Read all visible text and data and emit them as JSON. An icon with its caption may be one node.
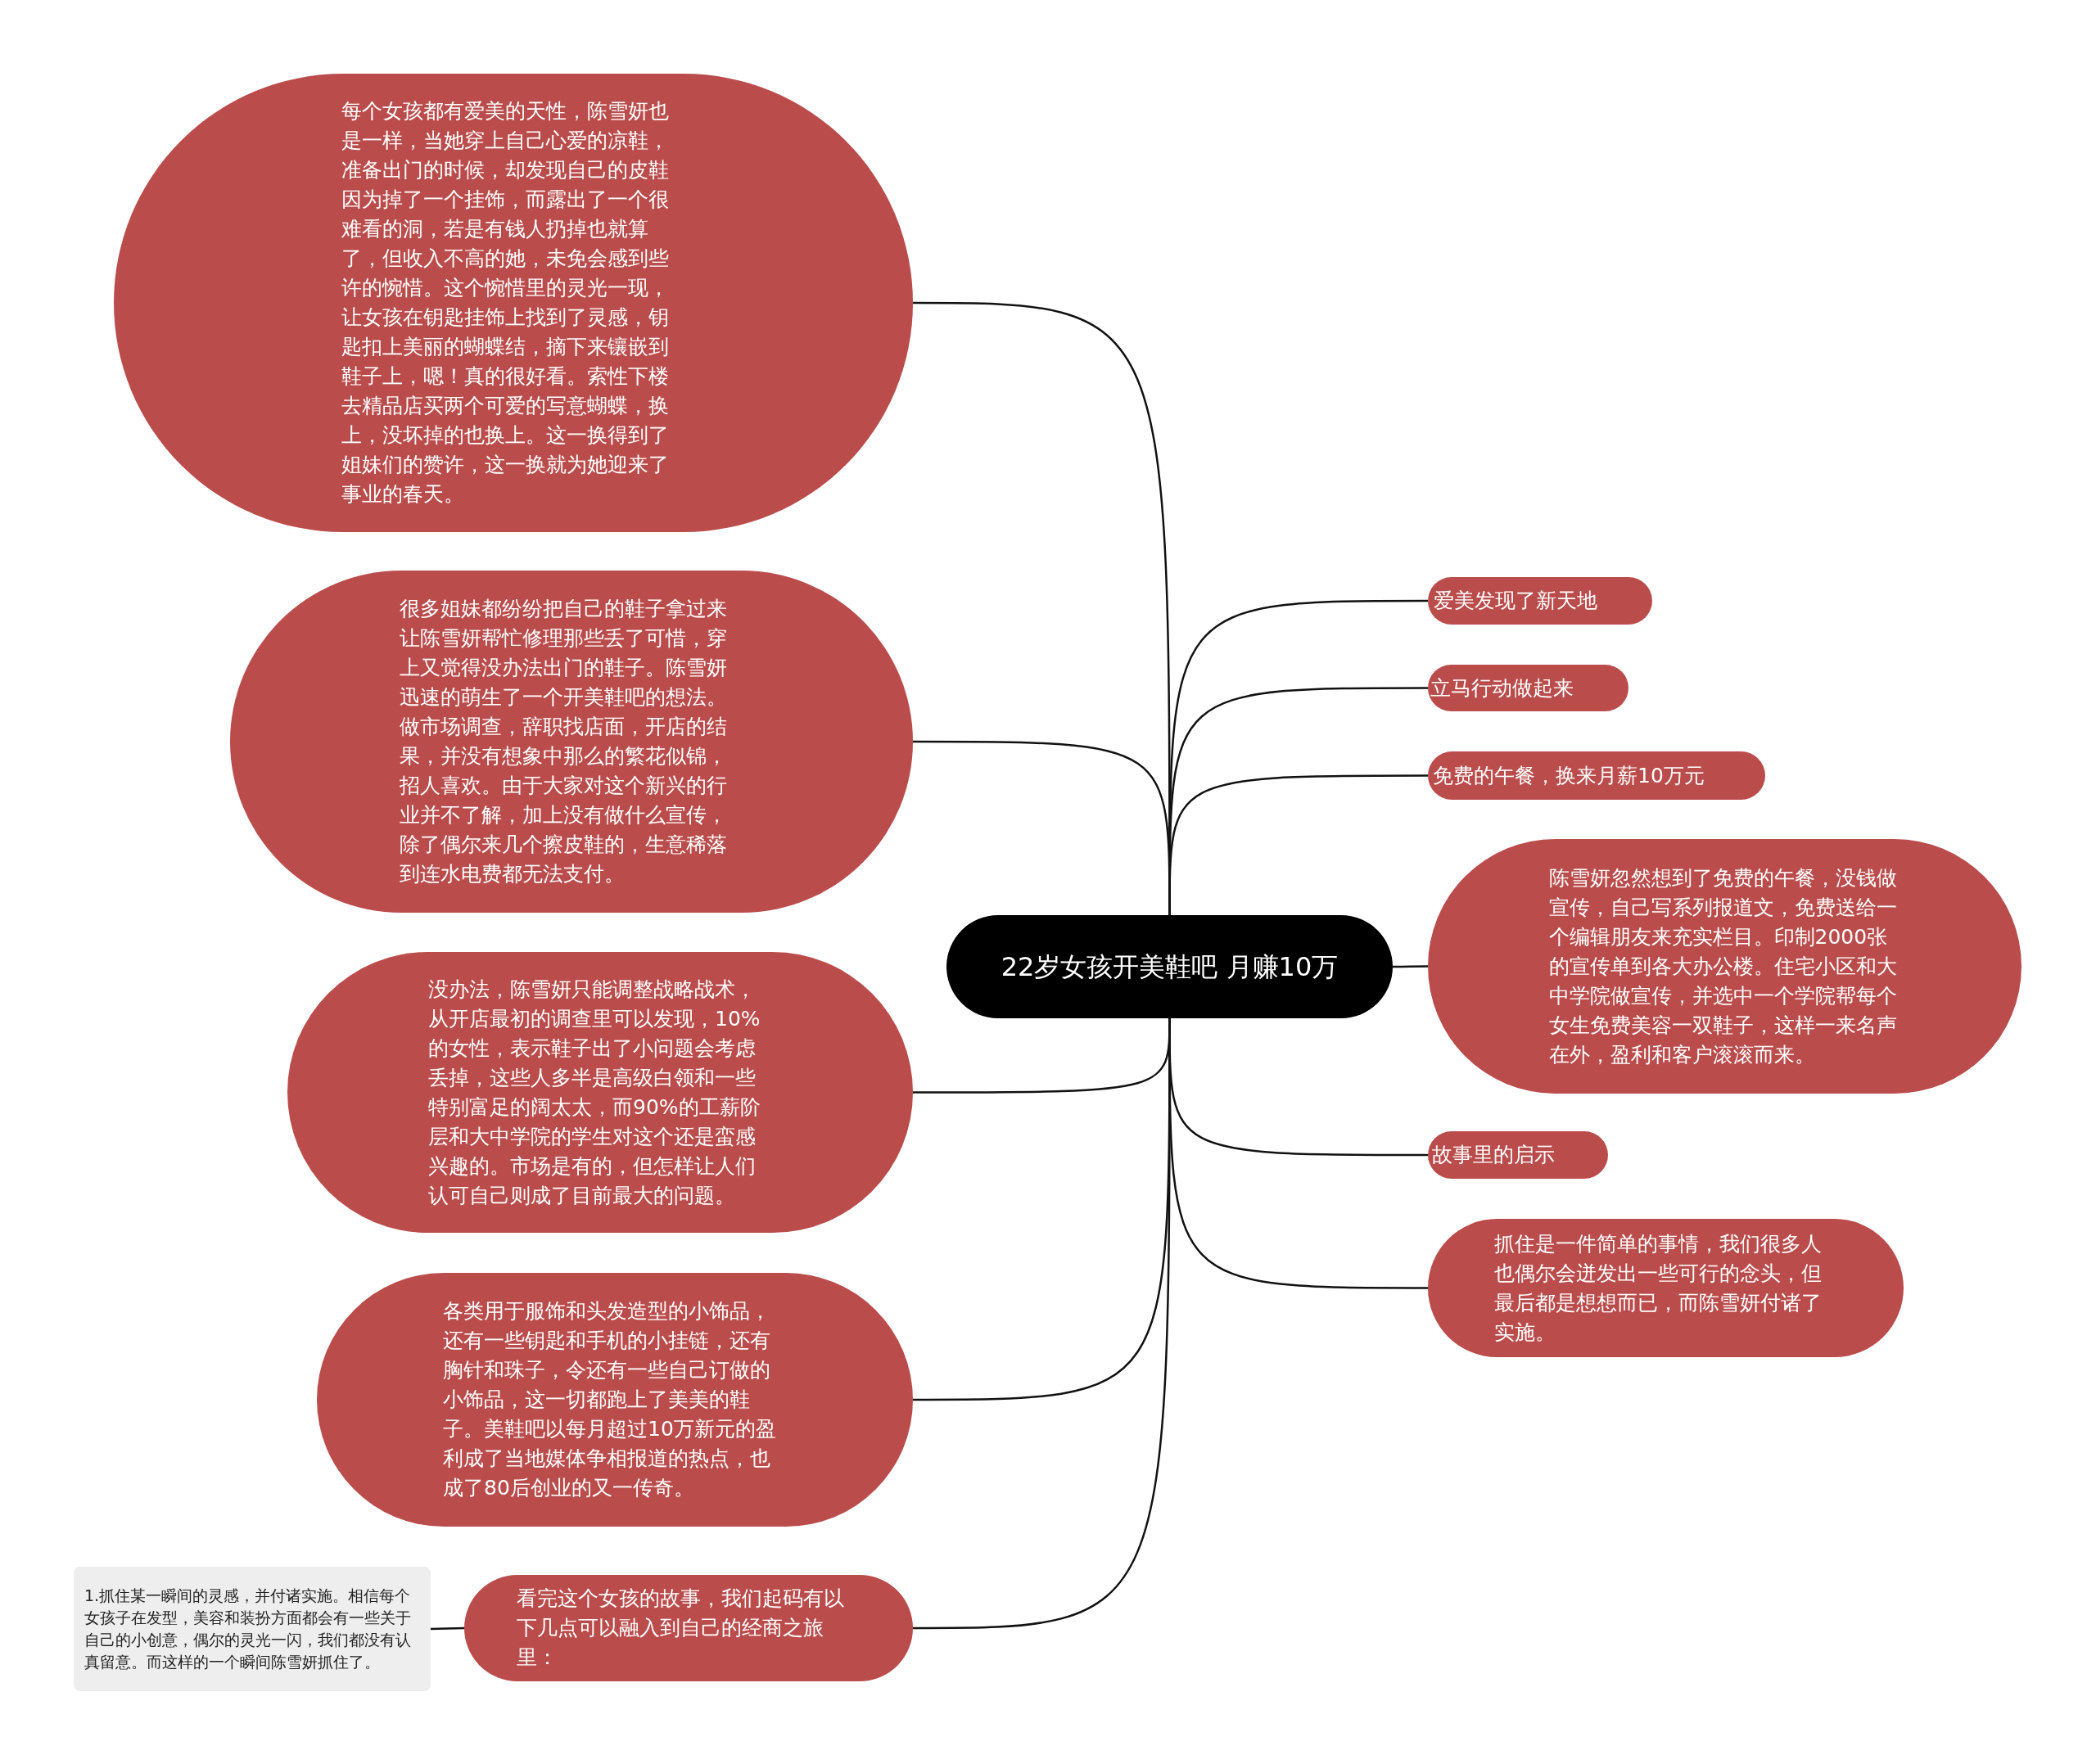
{
  "diagram": {
    "nodes": [
      {
        "text": [
          "22岁女孩开美鞋吧 月赚10万"
        ]
      },
      {
        "text": [
          "每个女孩都有爱美的天性，陈雪妍也是一样，当她穿上自己心爱的凉鞋，准备出门的时候，却发现自己的皮鞋因为掉了一个挂饰，而露出了一个很难看的洞，若是有钱人扔掉也就算了，但收入不高的她，未免会感到些许的惋惜。这个惋惜里的灵光一现，让女孩在钥匙挂饰上找到了灵感，钥匙扣上美丽的蝴蝶结，摘下来镶嵌到鞋子上，嗯！真的很好看。索性下楼去精品店买两个可爱的写意蝴蝶，换上，没坏掉的也换上。这一换得到了姐妹们的赞许，这一换就为她迎来了事业的春天。"
        ]
      },
      {
        "text": [
          "很多姐妹都纷纷把自己的鞋子拿过来让陈雪妍帮忙修理那些丢了可惜，穿上又觉得没办法出门的鞋子。陈雪妍迅速的萌生了一个开美鞋吧的想法。做市场调查，辞职找店面，开店的结果，并没有想象中那么的繁花似锦，招人喜欢。由于大家对这个新兴的行业并不了解，加上没有做什么宣传，除了偶尔来几个擦皮鞋的，生意稀落到连水电费都无法支付。"
        ]
      },
      {
        "text": [
          "没办法，陈雪妍只能调整战略战术，从开店最初的调查里可以发现，10%的女性，表示鞋子出了小问题会考虑丢掉，这些人多半是高级白领和一些特别富足的阔太太，而90%的工薪阶层和大中学院的学生对这个还是蛮感兴趣的。市场是有的，但怎样让人们认可自己则成了目前最大的问题。"
        ]
      },
      {
        "text": [
          "各类用于服饰和头发造型的小饰品，还有一些钥匙和手机的小挂链，还有胸针和珠子，令还有一些自己订做的小饰品，这一切都跑上了美美的鞋子。美鞋吧以每月超过10万新元的盈利成了当地媒体争相报道的热点，也成了80后创业的又一传奇。"
        ]
      },
      {
        "text": [
          "看完这个女孩的故事，我们起码有以下几点可以融入到自己的经商之旅里："
        ]
      },
      {
        "text": [
          "1.抓住某一瞬间的灵感，并付诸实施。相信每个女孩子在发型，美容和装扮方面都会有一些关于自己的小创意，偶尔的灵光一闪，我们都没有认真留意。而这样的一个瞬间陈雪妍抓住了。"
        ]
      },
      {
        "text": [
          "爱美发现了新天地"
        ]
      },
      {
        "text": [
          "立马行动做起来"
        ]
      },
      {
        "text": [
          "免费的午餐，换来月薪10万元"
        ]
      },
      {
        "text": [
          "陈雪妍忽然想到了免费的午餐，没钱做宣传，自己写系列报道文，免费送给一个编辑朋友来充实栏目。印制2000张的宣传单到各大办公楼。住宅小区和大中学院做宣传，并选中一个学院帮每个女生免费美容一双鞋子，这样一来名声在外，盈利和客户滚滚而来。"
        ]
      },
      {
        "text": [
          "故事里的启示"
        ]
      },
      {
        "text": [
          "抓住是一件简单的事情，我们很多人也偶尔会迸发出一些可行的念头，但最后都是想想而已，而陈雪妍付诸了实施。"
        ]
      }
    ],
    "edges": [
      {
        "from": 0,
        "to": 1,
        "arrow": "none"
      },
      {
        "from": 0,
        "to": 2,
        "arrow": "none"
      },
      {
        "from": 0,
        "to": 3,
        "arrow": "none"
      },
      {
        "from": 0,
        "to": 4,
        "arrow": "none"
      },
      {
        "from": 0,
        "to": 5,
        "arrow": "none"
      },
      {
        "from": 5,
        "to": 6,
        "arrow": "none"
      },
      {
        "from": 0,
        "to": 7,
        "arrow": "none"
      },
      {
        "from": 0,
        "to": 8,
        "arrow": "none"
      },
      {
        "from": 0,
        "to": 9,
        "arrow": "none"
      },
      {
        "from": 0,
        "to": 10,
        "arrow": "none"
      },
      {
        "from": 0,
        "to": 11,
        "arrow": "none"
      },
      {
        "from": 0,
        "to": 12,
        "arrow": "none"
      }
    ]
  }
}
